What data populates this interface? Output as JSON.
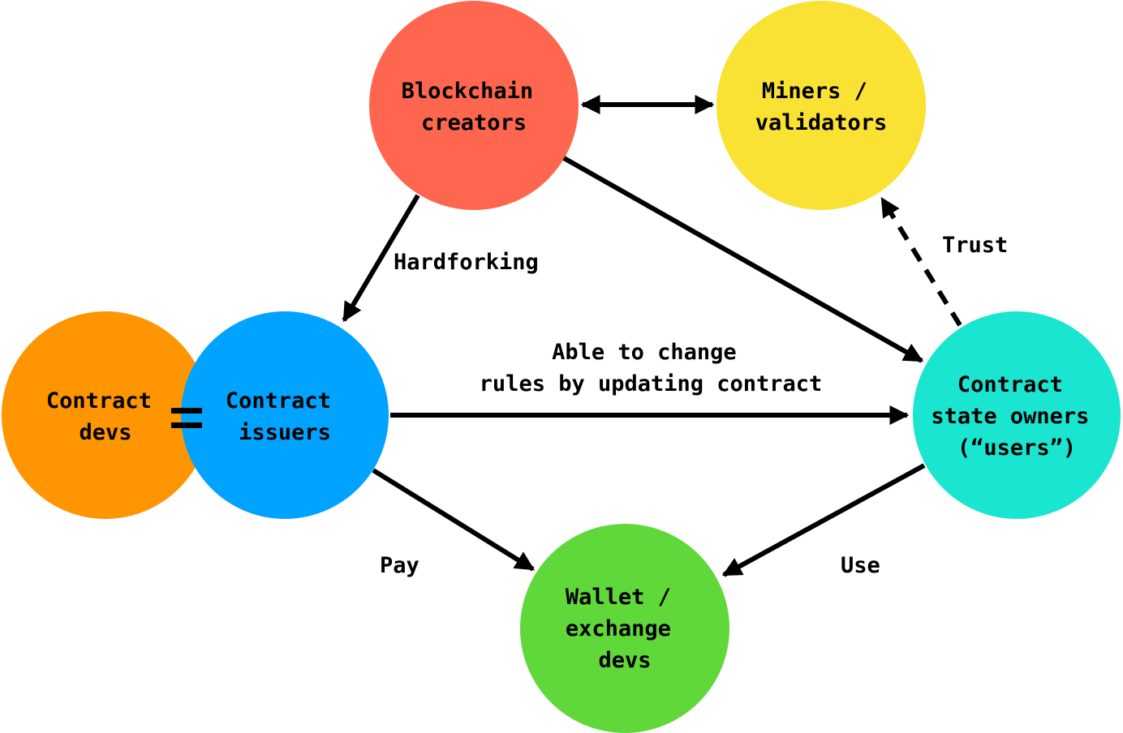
{
  "colors": {
    "blockchain_creators": "#ff6650",
    "miners_validators": "#fae234",
    "contract_devs": "#ff9500",
    "contract_issuers": "#00a3ff",
    "contract_state_owners": "#1ae5d0",
    "wallet_exchange_devs": "#60d83a",
    "line": "#000000"
  },
  "nodes": {
    "blockchain_creators": {
      "lines": [
        "Blockchain",
        "creators"
      ]
    },
    "miners_validators": {
      "lines": [
        "Miners /",
        "validators"
      ]
    },
    "contract_devs": {
      "lines": [
        "Contract",
        "devs"
      ]
    },
    "contract_issuers": {
      "lines": [
        "Contract",
        "issuers"
      ]
    },
    "contract_state_owners": {
      "lines": [
        "Contract",
        "state owners",
        "(“users”)"
      ]
    },
    "wallet_exchange_devs": {
      "lines": [
        "Wallet /",
        "exchange",
        "devs"
      ]
    }
  },
  "edges": {
    "hardforking": {
      "label": "Hardforking",
      "style": "solid"
    },
    "trust": {
      "label": "Trust",
      "style": "dashed"
    },
    "change_rules": {
      "lines": [
        "Able to change",
        "rules by updating contract"
      ],
      "style": "solid"
    },
    "pay": {
      "label": "Pay",
      "style": "solid"
    },
    "use": {
      "label": "Use",
      "style": "solid"
    },
    "creators_to_miners": {
      "style": "bidirectional"
    },
    "creators_to_owners": {
      "style": "solid"
    }
  },
  "equals_symbol": "="
}
